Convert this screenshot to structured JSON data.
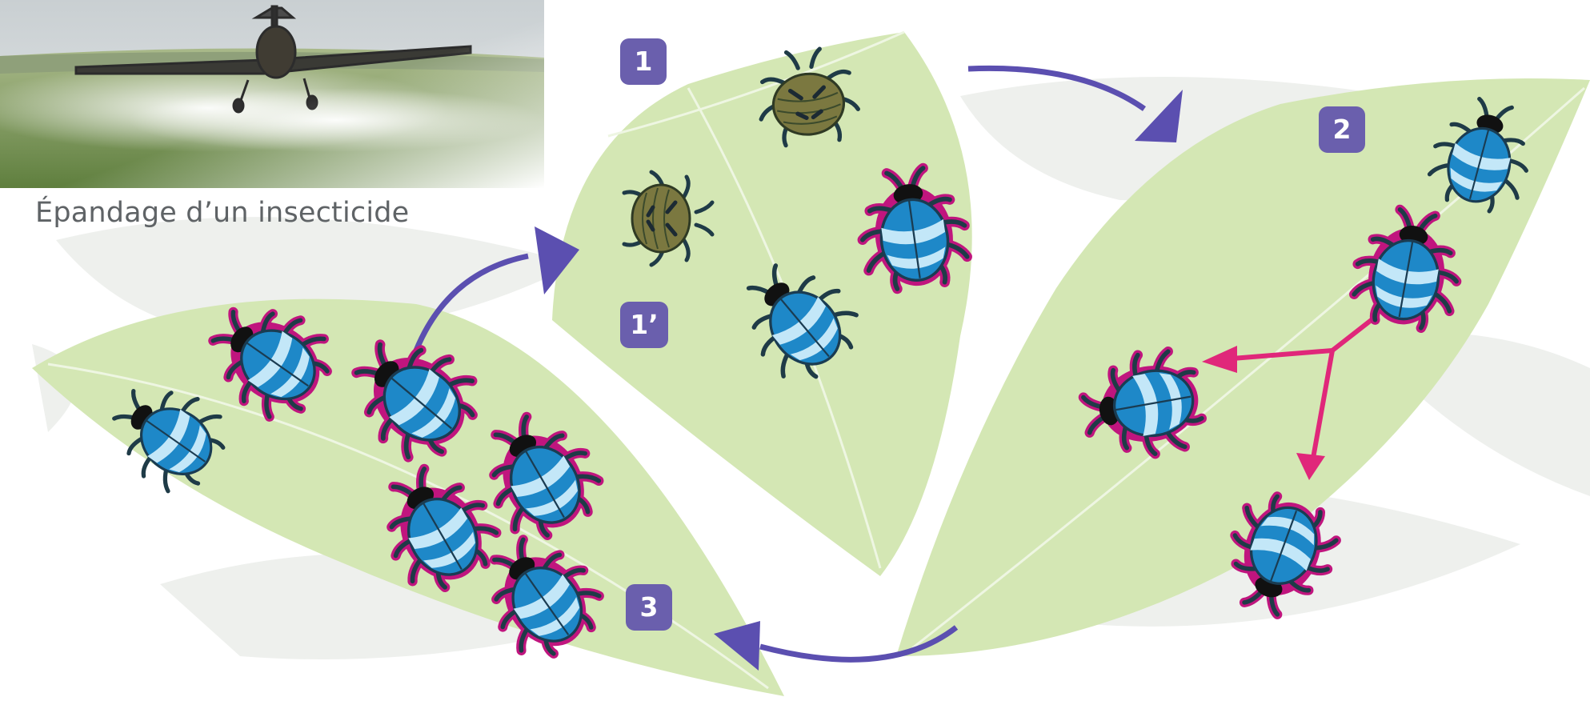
{
  "caption": "Épandage d’un insecticide",
  "steps": {
    "one": "1",
    "one_prime": "1’",
    "two": "2",
    "three": "3"
  },
  "colors": {
    "leaf": "#d4e7b4",
    "leaf_shadow": "#eef0ed",
    "cycle_arrow": "#5b4fb0",
    "offspring_arrow": "#e0277a",
    "step_badge": "#6a5fad",
    "beetle_blue": "#2aa6df",
    "beetle_pale": "#c3e7f8",
    "resistance_outline": "#c0157e",
    "dead_beetle": "#7b7840"
  },
  "icons": [
    "crop-duster-photo",
    "beetle-icon",
    "dead-beetle-icon",
    "resistant-beetle-icon"
  ]
}
